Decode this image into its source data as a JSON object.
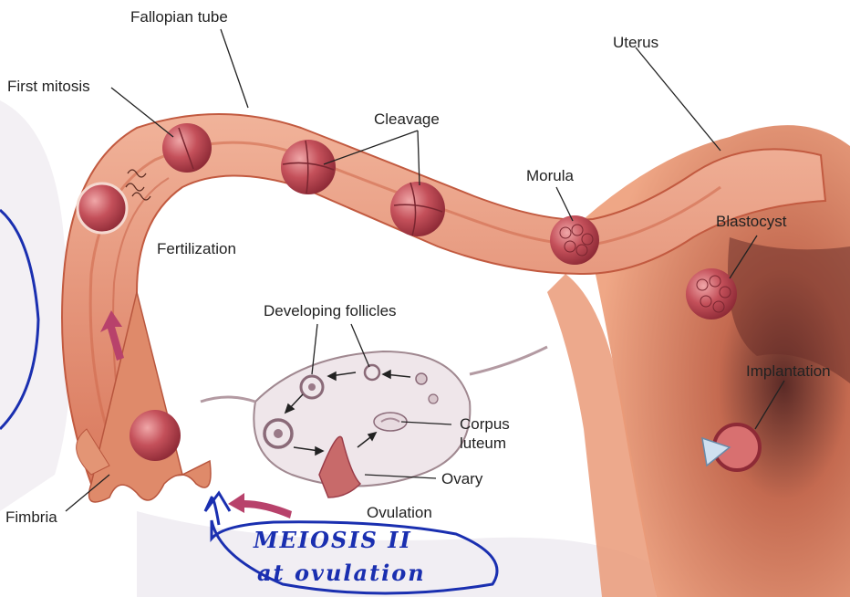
{
  "labels": {
    "fallopian_tube": "Fallopian tube",
    "uterus": "Uterus",
    "first_mitosis": "First mitosis",
    "cleavage": "Cleavage",
    "morula": "Morula",
    "blastocyst": "Blastocyst",
    "fertilization": "Fertilization",
    "developing_follicles": "Developing follicles",
    "implantation": "Implantation",
    "corpus_luteum_line1": "Corpus",
    "corpus_luteum_line2": "luteum",
    "ovary": "Ovary",
    "ovulation": "Ovulation",
    "fimbria": "Fimbria"
  },
  "handwritten_note": {
    "line1": "MEIOSIS II",
    "line2": "at ovulation"
  },
  "colors": {
    "tube": "#e59a7f",
    "tube_dark": "#c9634a",
    "uterus_wall": "#e8926f",
    "cell": "#b8424a",
    "ink": "#1a2fb0",
    "arrow": "#b8426b"
  }
}
